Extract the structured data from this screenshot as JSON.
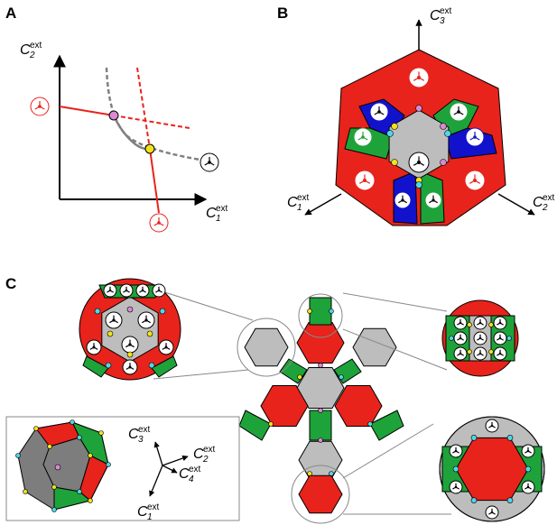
{
  "panels": {
    "A": {
      "label": "A"
    },
    "B": {
      "label": "B"
    },
    "C": {
      "label": "C"
    }
  },
  "axis": {
    "symbol": "C",
    "sup": "ext",
    "sub1": "1",
    "sub2": "2",
    "sub3": "3",
    "sub4": "4"
  },
  "colors": {
    "red": "#e8231b",
    "green": "#1ea33a",
    "blue": "#1212cc",
    "gray": "#bdbdbd",
    "darkgray": "#7d7d7d",
    "pink": "#d98ad0",
    "yellow": "#f2e21b",
    "cyan": "#4fd6e8",
    "dashed": "#808080"
  },
  "icons": [
    "state-icon-red",
    "state-icon-green",
    "state-icon-blue",
    "state-icon-white"
  ]
}
